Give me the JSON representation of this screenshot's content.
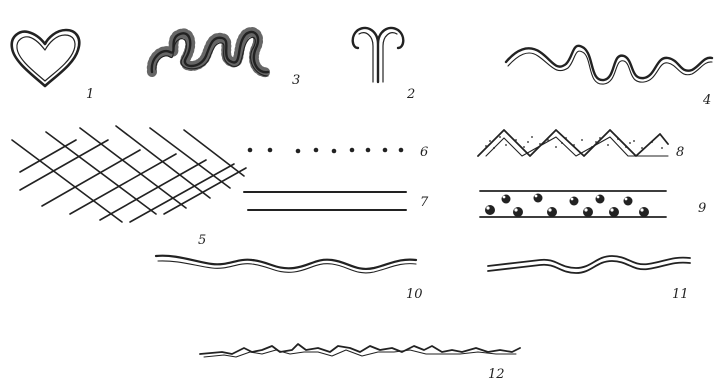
{
  "labels": {
    "heart": "1",
    "aries": "2",
    "squiggle": "3",
    "wave": "4",
    "grid": "5",
    "dots": "6",
    "lines": "7",
    "zigzag": "8",
    "bubbles": "9",
    "scallop": "10",
    "scallop_double": "11",
    "jagged": "12"
  }
}
